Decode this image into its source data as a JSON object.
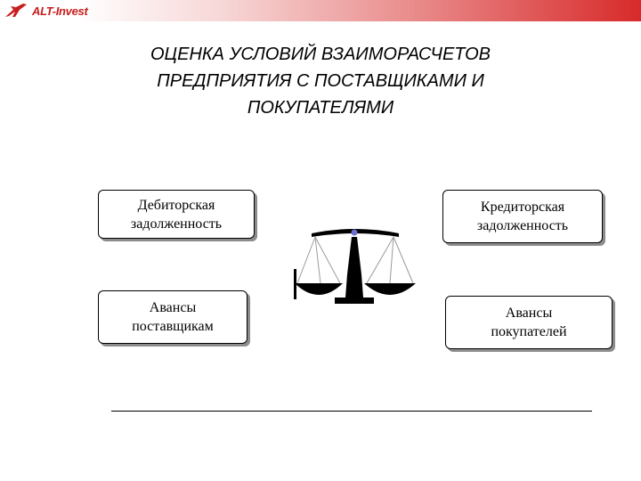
{
  "header": {
    "logo_text": "ALT-Invest",
    "colors": {
      "logo": "#c81e1e",
      "bar_end": "#d82a2a"
    }
  },
  "title": {
    "line1": "ОЦЕНКА УСЛОВИЙ ВЗАИМОРАСЧЕТОВ",
    "line2": "ПРЕДПРИЯТИЯ С ПОСТАВЩИКАМИ И",
    "line3": "ПОКУПАТЕЛЯМИ"
  },
  "boxes": {
    "receivables": {
      "line1": "Дебиторская",
      "line2": "задолженность"
    },
    "payables": {
      "line1": "Кредиторская",
      "line2": "задолженность"
    },
    "advances_to_suppliers": {
      "line1": "Авансы",
      "line2": "поставщикам"
    },
    "advances_from_customers": {
      "line1": "Авансы",
      "line2": "покупателей"
    }
  },
  "illustration": {
    "icon": "balance-scales-icon",
    "accent": "#6a6fd0"
  }
}
